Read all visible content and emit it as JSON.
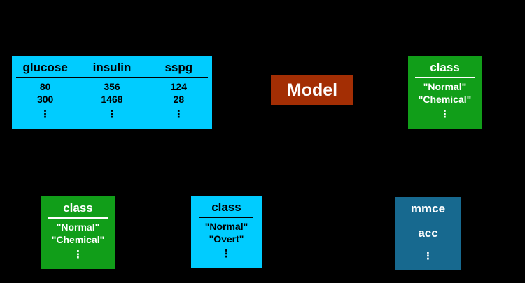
{
  "colors": {
    "background": "#000000",
    "cyan": "#00CCFF",
    "green": "#119E19",
    "red": "#A32E04",
    "teal": "#17698F",
    "light_text": "#FFFFFF",
    "dark_text": "#000000"
  },
  "features_table": {
    "columns": [
      "glucose",
      "insulin",
      "sspg"
    ],
    "rows": [
      [
        "80",
        "356",
        "124"
      ],
      [
        "300",
        "1468",
        "28"
      ]
    ],
    "ellipsis": "⋮"
  },
  "model_box": {
    "label": "Model"
  },
  "predicted_class_top_box": {
    "header": "class",
    "values": [
      "\"Normal\"",
      "\"Chemical\""
    ],
    "ellipsis": "⋮"
  },
  "predicted_class_bottom_box": {
    "header": "class",
    "values": [
      "\"Normal\"",
      "\"Chemical\""
    ],
    "ellipsis": "⋮"
  },
  "true_class_box": {
    "header": "class",
    "values": [
      "\"Normal\"",
      "\"Overt\""
    ],
    "ellipsis": "⋮"
  },
  "measures_box": {
    "items": [
      "mmce",
      "acc"
    ],
    "ellipsis": "⋮"
  }
}
